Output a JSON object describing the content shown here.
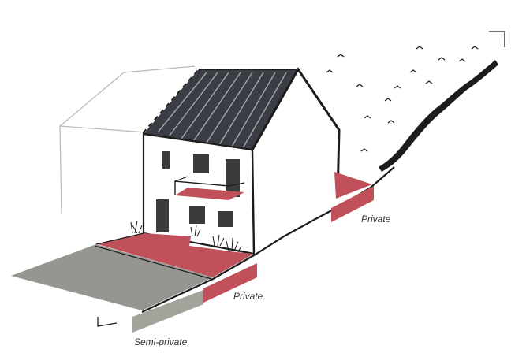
{
  "labels": {
    "private_rear": "Private",
    "private_front": "Private",
    "semi_private": "Semi-private"
  },
  "colors": {
    "private": "#c0505a",
    "semi_private": "#a3a39c",
    "paved": "#969690",
    "ink": "#1c1c1c",
    "roof": "#3a3d44",
    "ghost": "#b8b8b8",
    "window": "#3b3b3b"
  },
  "icons": {
    "birds": "bird-icon",
    "arrow_top": "corner-arrow-icon",
    "arrow_bottom": "corner-arrow-icon"
  }
}
